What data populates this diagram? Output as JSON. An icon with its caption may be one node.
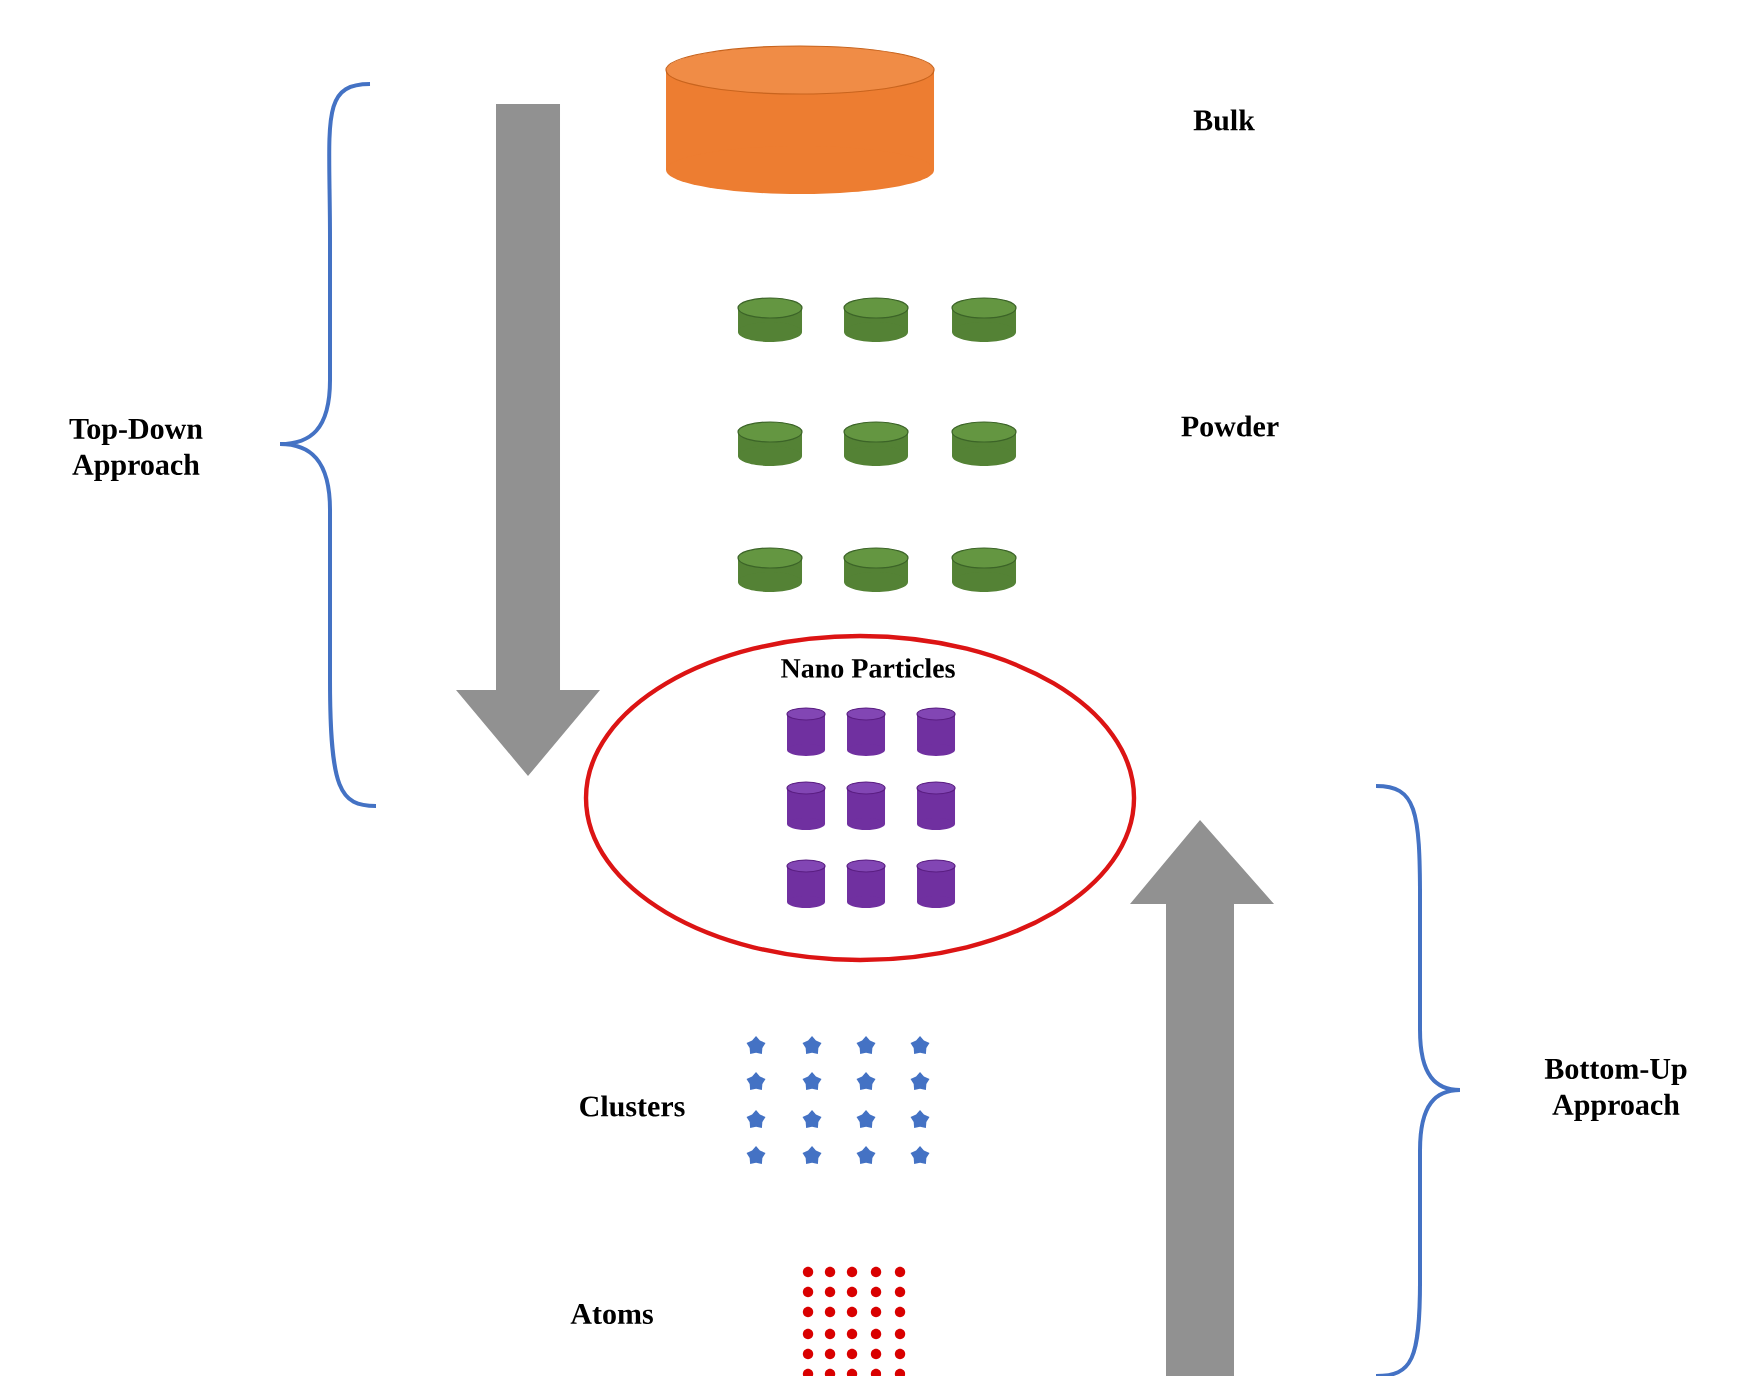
{
  "diagram": {
    "nodes": [
      {
        "text": [
          "Nano Particles"
        ]
      }
    ],
    "labels": [
      "Bulk",
      "Top-Down Approach",
      "Powder",
      "Bottom-Up Approach",
      "Clusters",
      "Atoms"
    ]
  }
}
